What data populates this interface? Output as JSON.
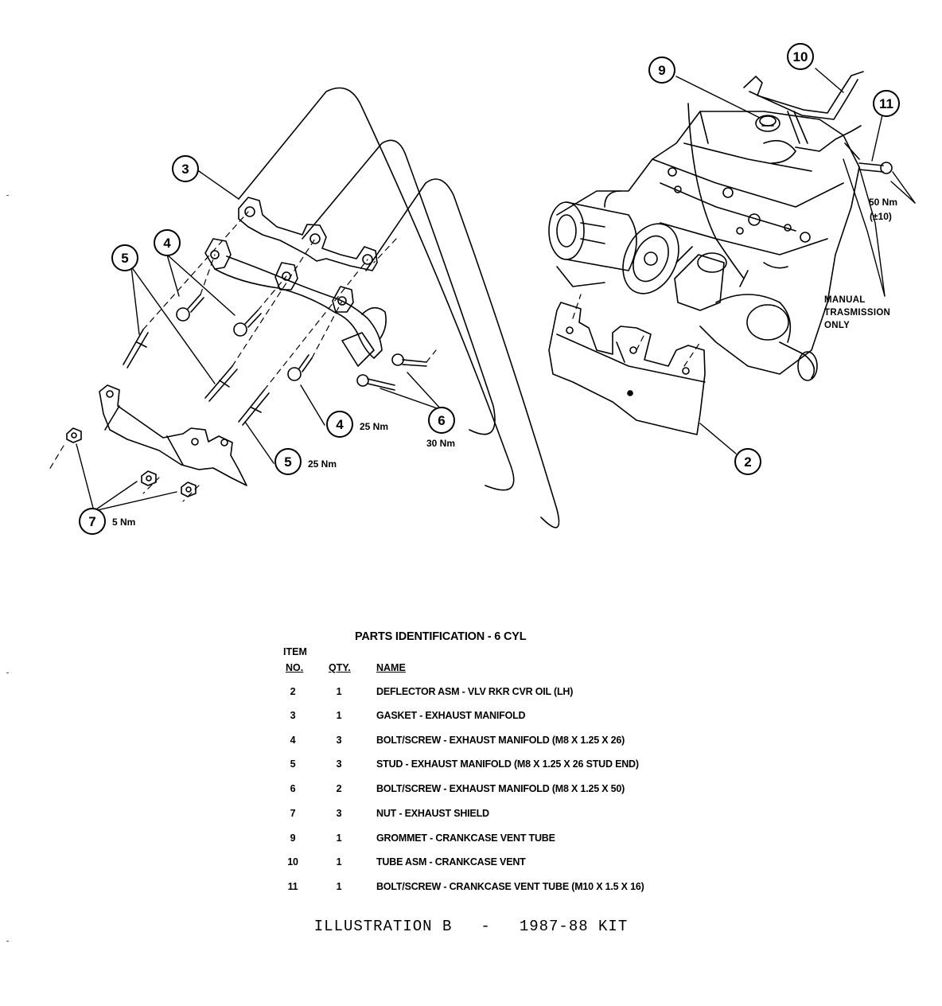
{
  "diagram": {
    "callouts": [
      {
        "id": "c2",
        "label": "2"
      },
      {
        "id": "c3",
        "label": "3"
      },
      {
        "id": "c4a",
        "label": "4"
      },
      {
        "id": "c4b",
        "label": "4"
      },
      {
        "id": "c5a",
        "label": "5"
      },
      {
        "id": "c5b",
        "label": "5"
      },
      {
        "id": "c6",
        "label": "6"
      },
      {
        "id": "c7",
        "label": "7"
      },
      {
        "id": "c9",
        "label": "9"
      },
      {
        "id": "c10",
        "label": "10"
      },
      {
        "id": "c11",
        "label": "11"
      }
    ],
    "torques": {
      "t4": "25 Nm",
      "t5": "25 Nm",
      "t6": "30 Nm",
      "t7": "5 Nm",
      "t11_a": "50 Nm",
      "t11_b": "(±10)"
    },
    "note": {
      "line1": "MANUAL",
      "line2": "TRASMISSION",
      "line3": "ONLY"
    }
  },
  "parts": {
    "title": "PARTS IDENTIFICATION - 6 CYL",
    "headers": {
      "item_line1": "ITEM",
      "item_line2": "NO.",
      "qty": "QTY.",
      "name": "NAME"
    },
    "rows": [
      {
        "item": "2",
        "qty": "1",
        "name": "DEFLECTOR ASM - VLV RKR CVR OIL (LH)"
      },
      {
        "item": "3",
        "qty": "1",
        "name": "GASKET - EXHAUST MANIFOLD"
      },
      {
        "item": "4",
        "qty": "3",
        "name": "BOLT/SCREW - EXHAUST MANIFOLD (M8 X 1.25 X 26)"
      },
      {
        "item": "5",
        "qty": "3",
        "name": "STUD -  EXHAUST MANIFOLD (M8 X 1.25 X 26 STUD END)"
      },
      {
        "item": "6",
        "qty": "2",
        "name": "BOLT/SCREW - EXHAUST MANIFOLD (M8 X 1.25 X 50)"
      },
      {
        "item": "7",
        "qty": "3",
        "name": "NUT - EXHAUST SHIELD"
      },
      {
        "item": "9",
        "qty": "1",
        "name": "GROMMET - CRANKCASE VENT TUBE"
      },
      {
        "item": "10",
        "qty": "1",
        "name": "TUBE ASM - CRANKCASE VENT"
      },
      {
        "item": "11",
        "qty": "1",
        "name": "BOLT/SCREW - CRANKCASE VENT TUBE (M10 X 1.5 X 16)"
      }
    ]
  },
  "caption": {
    "left": "ILLUSTRATION B",
    "dash": "-",
    "right": "1987-88 KIT"
  }
}
